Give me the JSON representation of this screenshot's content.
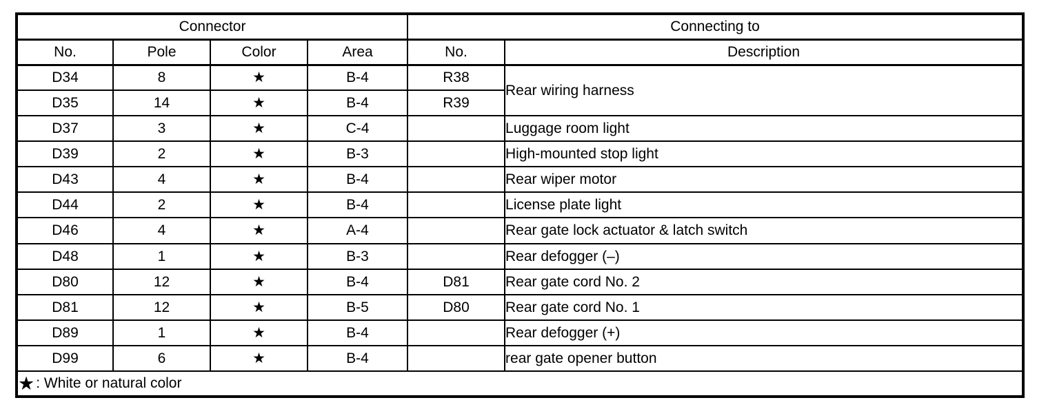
{
  "colors": {
    "border": "#000000",
    "background": "#ffffff",
    "text": "#000000"
  },
  "table": {
    "group_headers": [
      {
        "label": "Connector",
        "colspan": 4
      },
      {
        "label": "Connecting to",
        "colspan": 2
      }
    ],
    "columns": [
      "No.",
      "Pole",
      "Color",
      "Area",
      "No.",
      "Description"
    ],
    "rows": [
      {
        "no": "D34",
        "pole": "8",
        "color": "★",
        "area": "B-4",
        "to_no": "R38",
        "description": "Rear wiring harness",
        "desc_rowspan": 2
      },
      {
        "no": "D35",
        "pole": "14",
        "color": "★",
        "area": "B-4",
        "to_no": "R39",
        "description": null
      },
      {
        "no": "D37",
        "pole": "3",
        "color": "★",
        "area": "C-4",
        "to_no": "",
        "description": "Luggage room light"
      },
      {
        "no": "D39",
        "pole": "2",
        "color": "★",
        "area": "B-3",
        "to_no": "",
        "description": "High-mounted stop light"
      },
      {
        "no": "D43",
        "pole": "4",
        "color": "★",
        "area": "B-4",
        "to_no": "",
        "description": "Rear wiper motor"
      },
      {
        "no": "D44",
        "pole": "2",
        "color": "★",
        "area": "B-4",
        "to_no": "",
        "description": "License plate light"
      },
      {
        "no": "D46",
        "pole": "4",
        "color": "★",
        "area": "A-4",
        "to_no": "",
        "description": "Rear gate lock actuator & latch switch"
      },
      {
        "no": "D48",
        "pole": "1",
        "color": "★",
        "area": "B-3",
        "to_no": "",
        "description": "Rear defogger (–)"
      },
      {
        "no": "D80",
        "pole": "12",
        "color": "★",
        "area": "B-4",
        "to_no": "D81",
        "description": "Rear gate cord No. 2"
      },
      {
        "no": "D81",
        "pole": "12",
        "color": "★",
        "area": "B-5",
        "to_no": "D80",
        "description": "Rear gate cord No. 1"
      },
      {
        "no": "D89",
        "pole": "1",
        "color": "★",
        "area": "B-4",
        "to_no": "",
        "description": "Rear defogger (+)"
      },
      {
        "no": "D99",
        "pole": "6",
        "color": "★",
        "area": "B-4",
        "to_no": "",
        "description": "rear gate opener button"
      }
    ],
    "legend": {
      "star": "★",
      "text": ": White or natural color"
    }
  }
}
